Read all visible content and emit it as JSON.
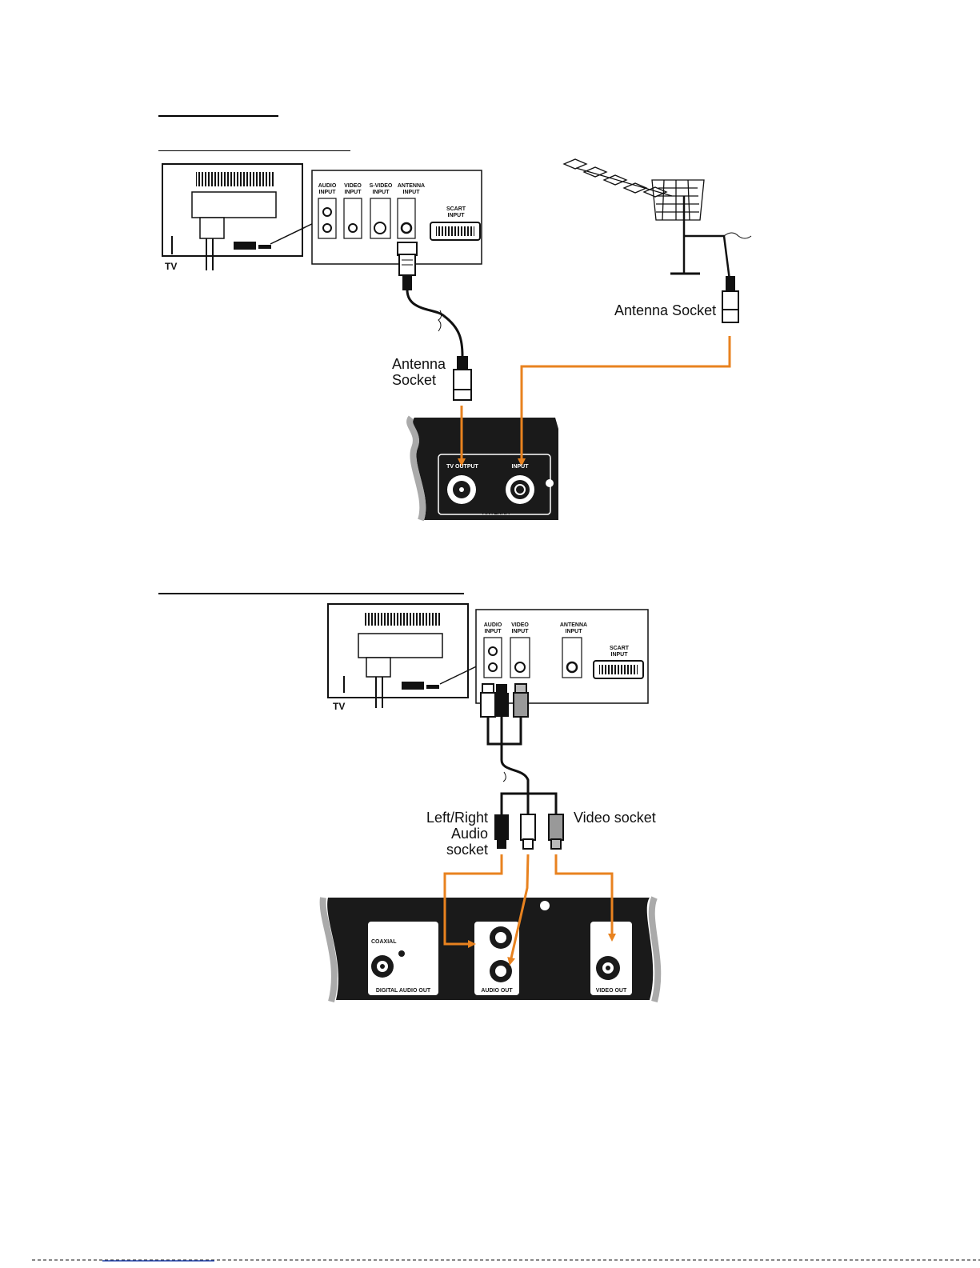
{
  "colors": {
    "arrow": "#e8821f",
    "ink": "#111111",
    "panel": "#1a1a1a"
  },
  "diagram1": {
    "tv_label": "TV",
    "tv_jacks": [
      "AUDIO INPUT",
      "VIDEO INPUT",
      "S-VIDEO INPUT",
      "ANTENNA INPUT",
      "SCART INPUT"
    ],
    "caption_tv_side": "Antenna Socket",
    "caption_aerial_side": "Antenna Socket",
    "receiver_jacks": [
      "TV OUTPUT",
      "INPUT"
    ],
    "receiver_group": "ANTENNA"
  },
  "diagram2": {
    "tv_label": "TV",
    "tv_jacks": [
      "AUDIO INPUT",
      "VIDEO INPUT",
      "ANTENNA INPUT",
      "SCART INPUT"
    ],
    "caption_audio": "Left/Right\nAudio socket",
    "caption_video": "Video socket",
    "receiver_panels": [
      "DIGITAL AUDIO OUT",
      "AUDIO OUT",
      "VIDEO OUT"
    ],
    "coaxial_label": "COAXIAL"
  }
}
